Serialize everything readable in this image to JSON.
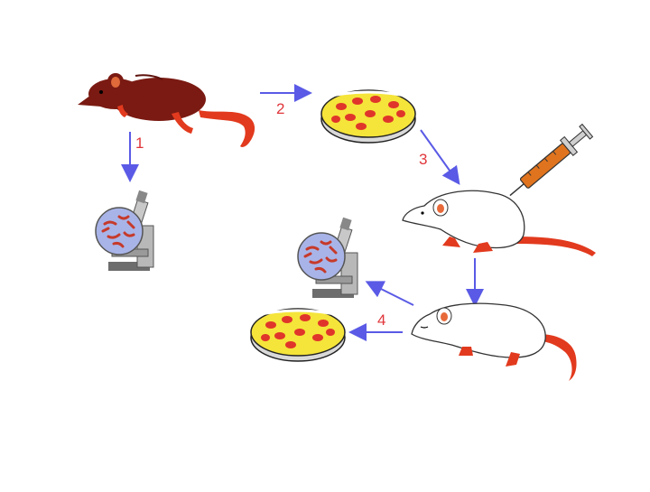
{
  "diagram": {
    "steps": [
      {
        "label": "1"
      },
      {
        "label": "2"
      },
      {
        "label": "3"
      },
      {
        "label": "4"
      }
    ],
    "colors": {
      "arrow": "#5a5ae6",
      "label": "#e0353a",
      "sick_rat": "#7a1a12",
      "rat_tail": "#e23a1e",
      "petri_agar": "#f5e43a",
      "colony": "#e0352a",
      "syringe_fluid": "#e0741e",
      "healthy_rat": "#ffffff",
      "microscope_body": "#b8b8b8",
      "lens_view": "#a8b4e8",
      "bacteria": "#c63a2a"
    },
    "icons": [
      "sick-rat-icon",
      "microscope-icon",
      "petri-dish-icon",
      "syringe-icon",
      "healthy-rat-icon",
      "sick-white-rat-icon"
    ]
  }
}
